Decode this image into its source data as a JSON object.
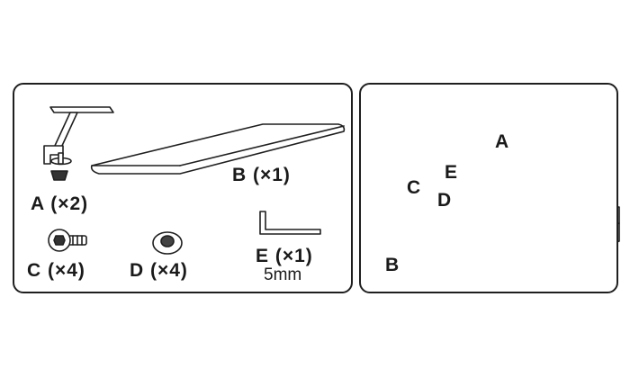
{
  "parts_panel": {
    "clamp_label": "A (×2)",
    "board_label": "B (×1)",
    "screw_label": "C (×4)",
    "washer_label": "D (×4)",
    "allen_key_label": "E (×1)",
    "allen_key_size": "5mm"
  },
  "assembly_panel": {
    "callout_a": "A",
    "callout_b": "B",
    "callout_c": "C",
    "callout_d": "D",
    "callout_e": "E"
  },
  "icons": {
    "clamp": "desk-clamp-icon",
    "board": "board-icon",
    "screw": "hex-screw-icon",
    "washer": "washer-icon",
    "allen_key": "allen-key-icon"
  },
  "colors": {
    "line": "#1f1f1f",
    "fill": "#ffffff"
  }
}
